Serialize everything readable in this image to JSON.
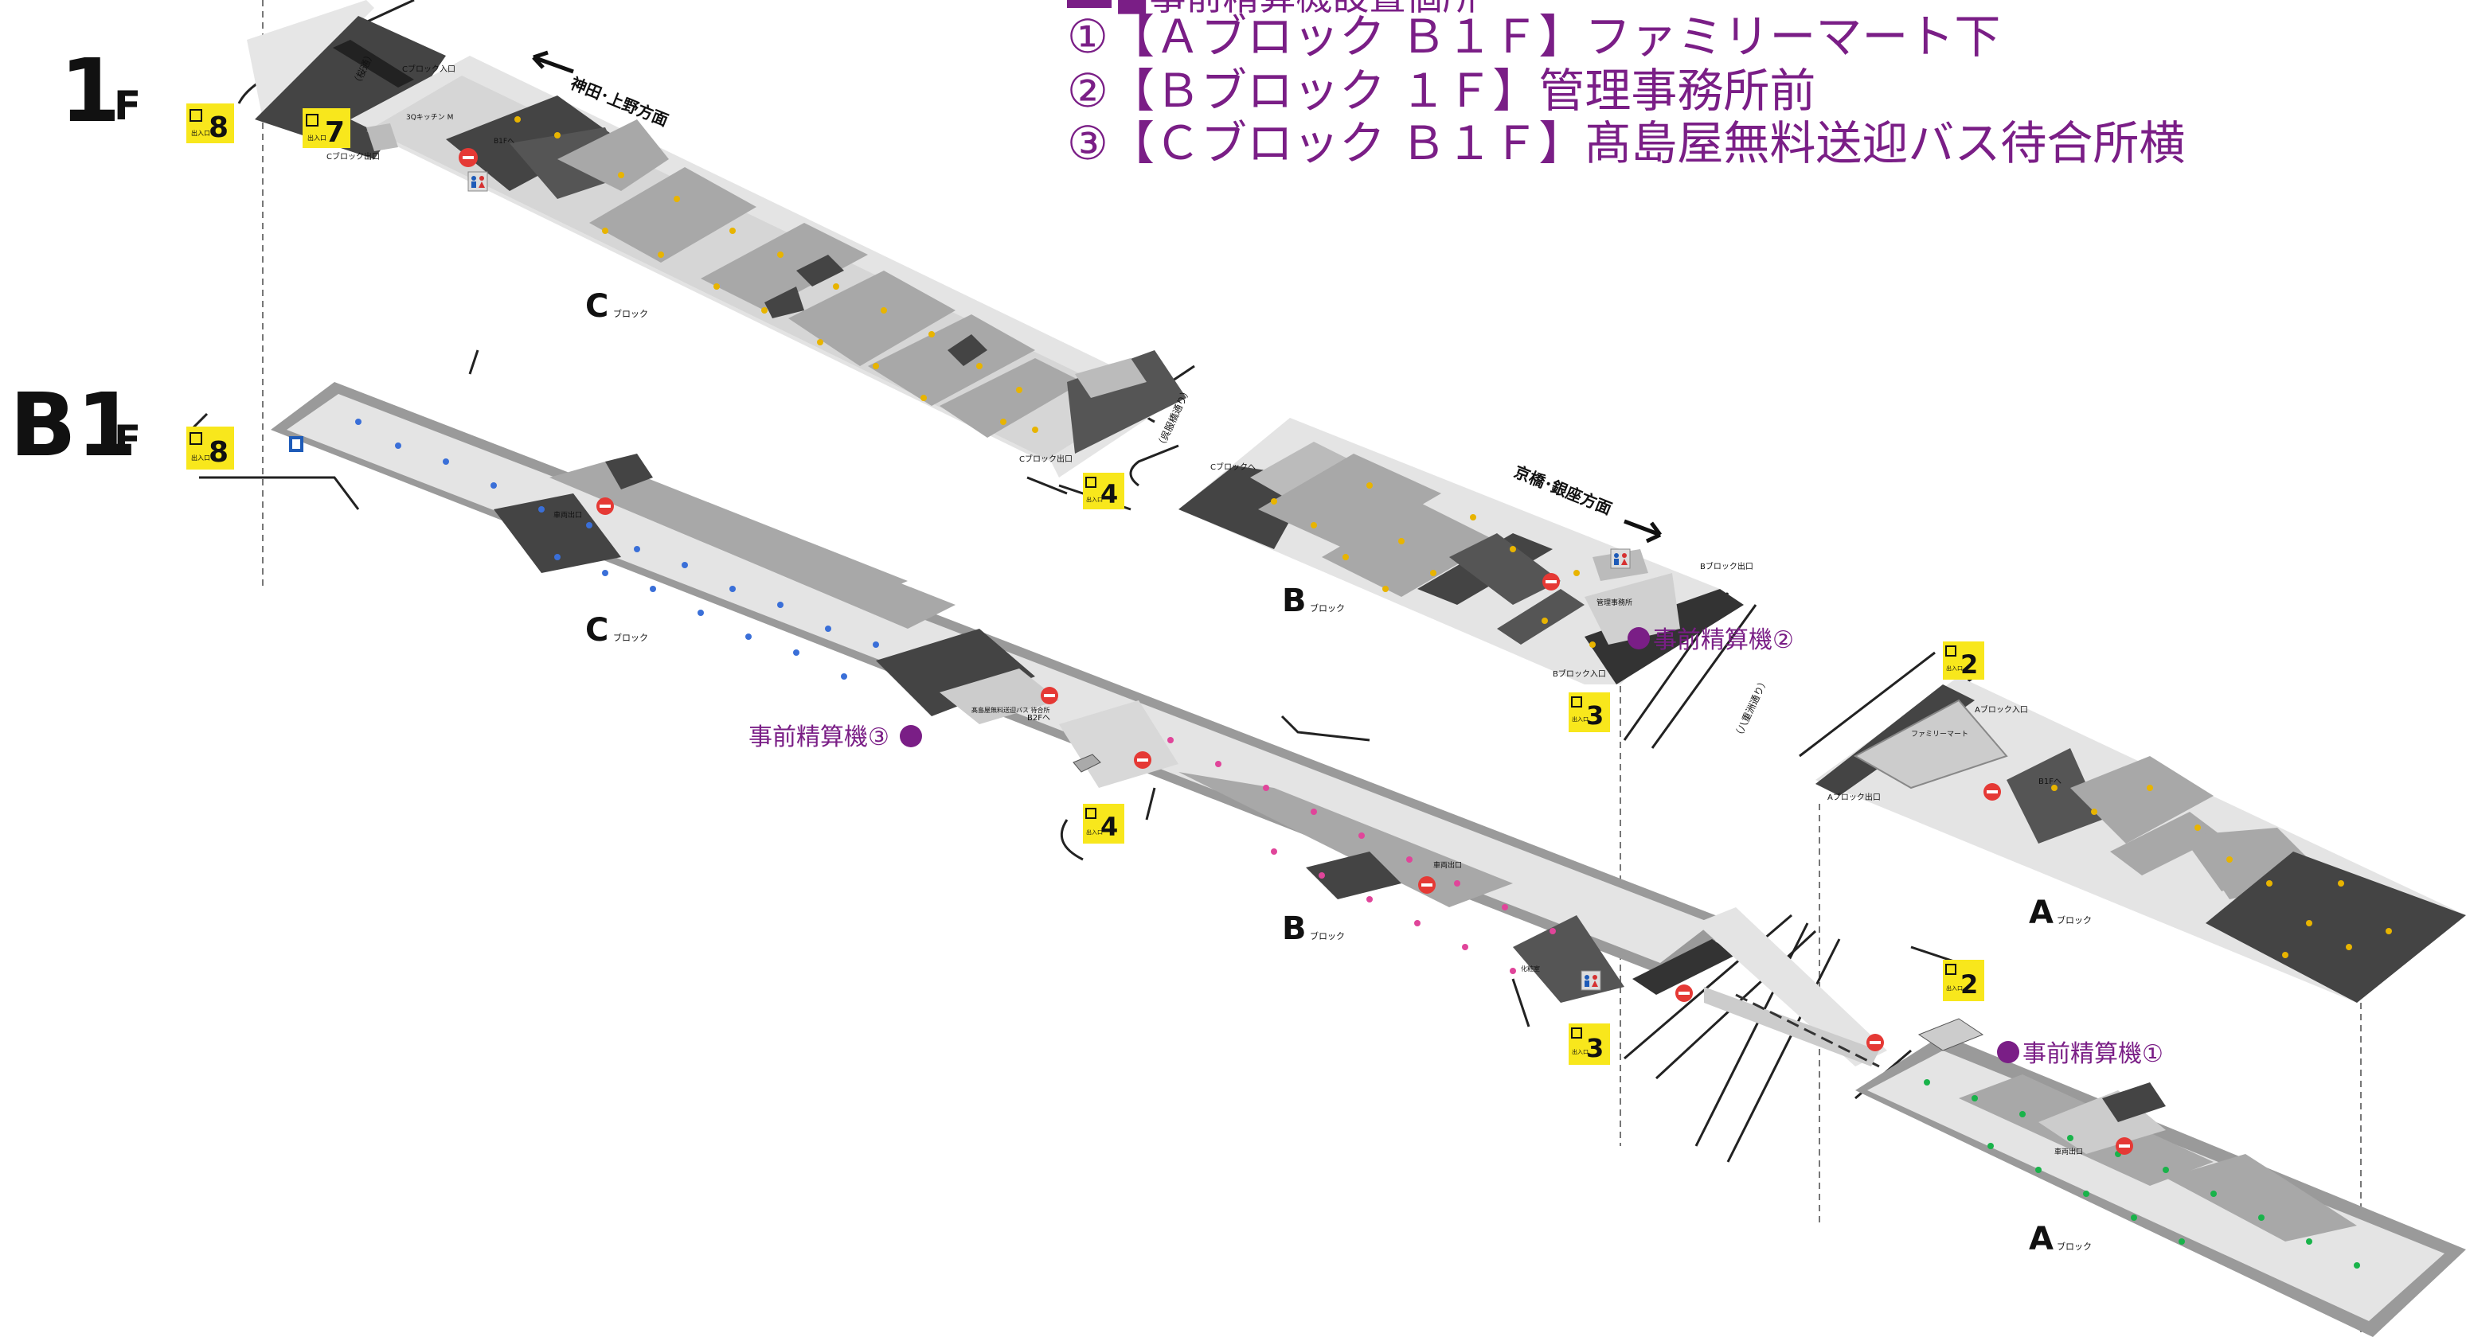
{
  "header": {
    "title_partial": "■事前精算機設置個所",
    "items": [
      "①【Ａブロック Ｂ１Ｆ】ファミリーマート下",
      "②【Ｂブロック １Ｆ】管理事務所前",
      "③【Ｃブロック Ｂ１Ｆ】髙島屋無料送迎バス待合所横"
    ]
  },
  "floors": {
    "f1": "1",
    "f1_suffix": "F",
    "b1": "B1",
    "b1_suffix": "F"
  },
  "blocks": {
    "c_1f": "C",
    "b_1f": "B",
    "a_1f": "A",
    "c_b1": "C",
    "b_b1": "B",
    "a_b1": "A",
    "suffix": "ブロック"
  },
  "entrances": {
    "badge_text": "出入口",
    "e8_1f": "8",
    "e7": "7",
    "e4_1f": "4",
    "e3_1f": "3",
    "e2_1f": "2",
    "e8_b1": "8",
    "e4_b1": "4",
    "e3_b1": "3",
    "e2_b1": "2"
  },
  "machines": {
    "m1": "事前精算機①",
    "m2": "事前精算機②",
    "m3": "事前精算機③"
  },
  "directions": {
    "kanda": "神田･上野方面",
    "kyobashi": "京橋･銀座方面"
  },
  "street_labels": {
    "sakura": "（桜通）",
    "yaesu": "（八重洲通り）",
    "gofuku": "（呉服橋通り）"
  },
  "small_labels": {
    "c_block_entrance": "Cブロック入口",
    "c_block_exit": "Cブロック出口",
    "c_block_to": "Cブロックへ",
    "b_block_exit": "Bブロック出口",
    "b_block_entrance": "Bブロック入口",
    "a_block_entrance": "Aブロック入口",
    "a_block_exit": "Aブロック出口",
    "b1f_to": "B1Fへ",
    "b2f_to": "B2Fへ",
    "car_exit": "車両出口",
    "kitchen": "3Qキッチン M",
    "family_mart": "ファミリーマート",
    "office": "管理事務所",
    "bus_stop": "髙島屋無料送迎バス 待合所",
    "toilet": "トイレ",
    "restroom": "化粧室"
  },
  "colors": {
    "purple": "#7a1e86",
    "badge_yellow": "#f8e71c",
    "road": "#e4e4e4",
    "lot": "#a7a7a7",
    "dark": "#4a4a4a",
    "black": "#111111"
  },
  "icons": [
    "no-entry-icon",
    "toilet-icon",
    "machine-dot-icon",
    "parking-entrance-icon",
    "arrow-icon",
    "stairs-icon",
    "elevator-icon"
  ]
}
